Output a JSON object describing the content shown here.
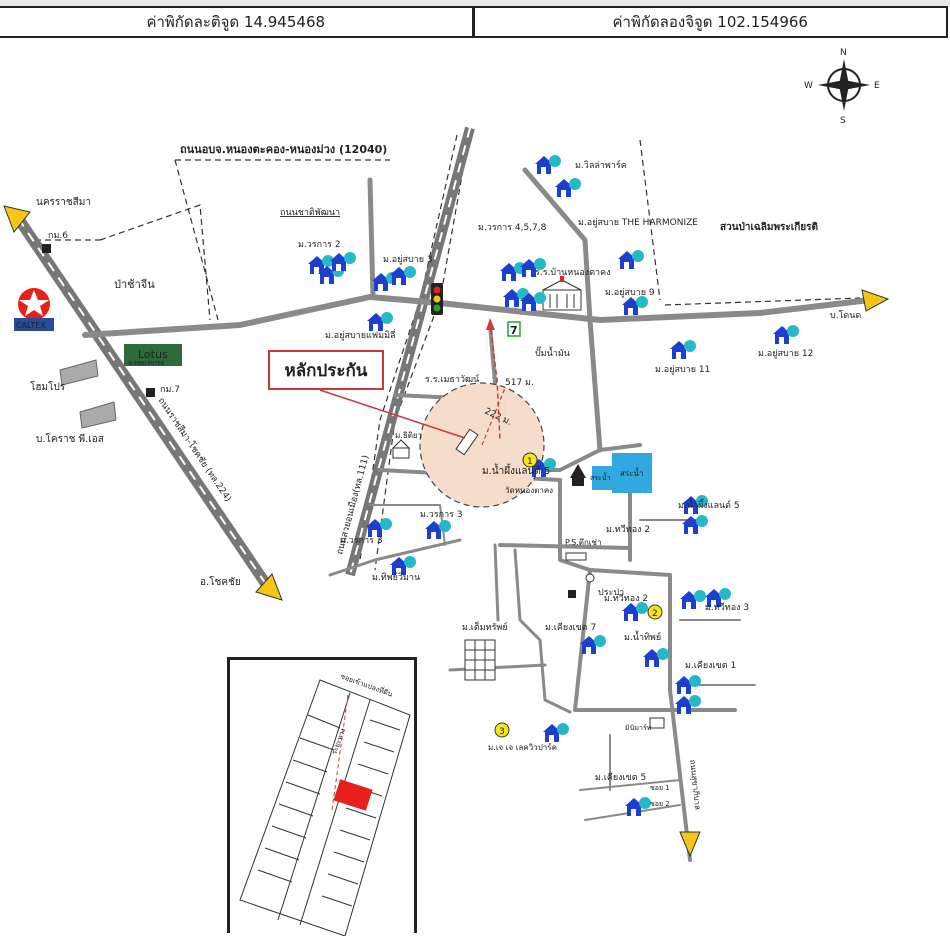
{
  "coords": {
    "lat_label": "ค่าพิกัดละติจูด 14.945468",
    "lng_label": "ค่าพิกัดลองจิจูด 102.154966"
  },
  "compass": {
    "n": "N",
    "s": "S",
    "e": "E",
    "w": "W"
  },
  "callout": {
    "text": "หลักประกัน"
  },
  "roads": {
    "r12040": "ถนนอบจ.หนองตะคอง-หนองม่วง (12040)",
    "rsalamat": "ถนนชาติพัฒนา",
    "r224": "ถนนราชสีมา-โชคชัย (ทล.224)",
    "r111": "ถนนสวยอนเมือง(ทล.111)",
    "korat": "นครราชสีมา",
    "chokchai": "อ.โชคชัย",
    "bdon": "บ.โดนด",
    "km6": "กม.6",
    "km7": "กม.7",
    "dist517": "517 ม.",
    "dist222": "222 ม."
  },
  "places": {
    "caltex": "CALTEX",
    "lotus": "Lotus",
    "lotus_sub": "SUPERCENTER",
    "homepro": "โฮมโปร",
    "korat_ps": "บ.โคราช พี.เอส",
    "forest": "ป่าช้าจีน",
    "wanthaphong2": "ม.วรการ 2",
    "yusabai3": "ม.อยู่สบาย 3",
    "yusabai_family": "ม.อยู่สบายแฟมมิลี่",
    "villa": "ม.วิลล่าพาร์ค",
    "wanthaphong4578": "ม.วรการ 4,5,7,8",
    "harmonize": "ม.อยู่สบาย THE HARMONIZE",
    "park": "สวนป่าเฉลิมพระเกียรติ",
    "school": "ร.ร.บ้านหนองตาคง",
    "yusabai9": "ม.อยู่สบาย 9",
    "yusabai11": "ม.อยู่สบาย 11",
    "yusabai12": "ม.อยู่สบาย 12",
    "gas": "ปั๊มน้ำมัน",
    "school2": "ร.ร.เมธาวัฒน์",
    "namphueng5": "ม.น้ำผึ้งแลนด์ 5",
    "wat": "วัดหนองตาคง",
    "pond": "สระน้ำ",
    "pond2": "สระน้ำ",
    "namphueng5b": "ม.น้ำผึ้งแลนด์ 5",
    "wanthaphong3": "ม.วรการ 3",
    "wanthaphong3b": "ม.วรการ 3",
    "sinsuk": "ม.ธิติยา",
    "ps": "P.S.ตึกเช่า",
    "thipwiman": "ม.ทิพย์วิมาน",
    "water": "ประปา",
    "thongthong2": "ม.ทวีทอง 2",
    "thongthong3": "ม.ทวีทอง 3",
    "tempsap": "ม.เต็มทรัพย์",
    "chiangkhet7": "ม.เคียงเขต 7",
    "namthip": "ม.น้ำทิพย์",
    "chiangkhet1": "ม.เคียงเขต 1",
    "jj": "ม.เจ เจ เลควิวปาร์ค",
    "minimart": "มินิมาร์ท",
    "chiangkhet5": "ม.เคียงเขต 5",
    "soi1": "ซอย 1",
    "soi2": "ซอย 2",
    "roadsouth": "ถนนสุขาภิบาล",
    "marker1": "1",
    "marker2": "2",
    "marker3": "3"
  },
  "inset": {
    "road_label": "ซอยเข้าแปลงที่ดิน",
    "dist_label": "ระยะทาง"
  },
  "colors": {
    "road": "#8a8a8a",
    "house": "#1c3fd0",
    "roof": "#27b8c8",
    "arrow": "#f5c518",
    "radius": "#f6dccb",
    "water": "#31a8e0",
    "callout": "#c93a3a",
    "plot": "#e8201c"
  }
}
